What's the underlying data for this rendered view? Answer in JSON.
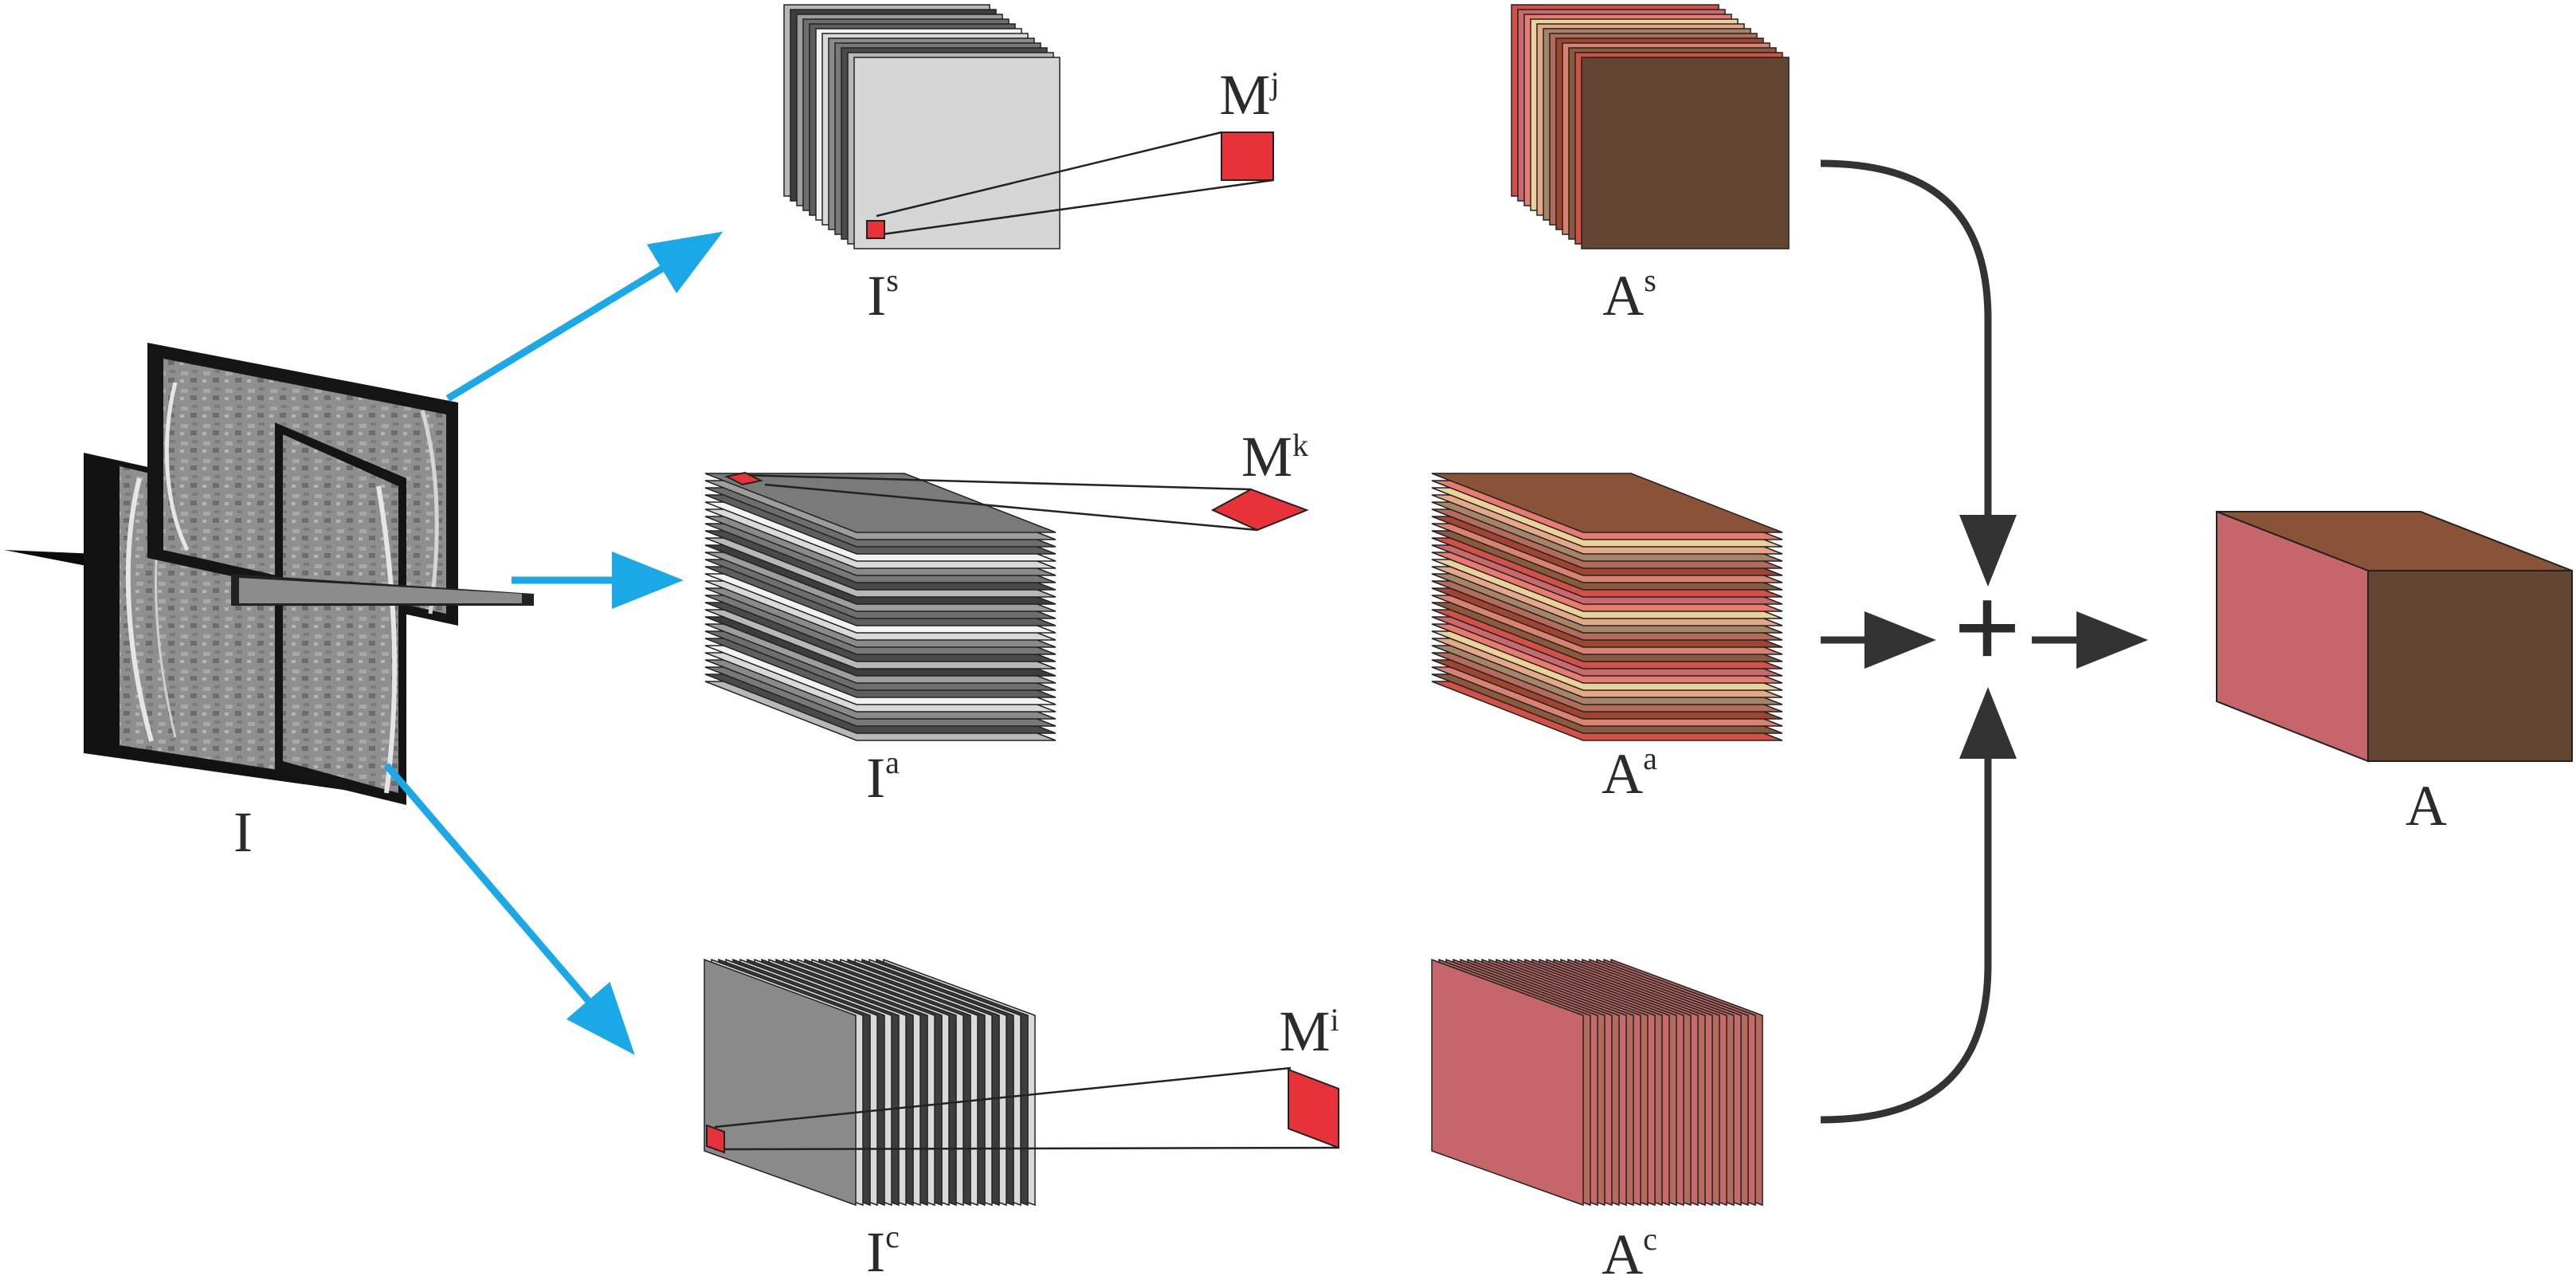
{
  "labels": {
    "input": {
      "base": "I",
      "sup": ""
    },
    "is": {
      "base": "I",
      "sup": "s"
    },
    "ia": {
      "base": "I",
      "sup": "a"
    },
    "ic": {
      "base": "I",
      "sup": "c"
    },
    "mj": {
      "base": "M",
      "sup": "j"
    },
    "mk": {
      "base": "M",
      "sup": "k"
    },
    "mi": {
      "base": "M",
      "sup": "i"
    },
    "as": {
      "base": "A",
      "sup": "s"
    },
    "aa": {
      "base": "A",
      "sup": "a"
    },
    "ac": {
      "base": "A",
      "sup": "c"
    },
    "output": {
      "base": "A",
      "sup": ""
    },
    "plus": "+"
  },
  "colors": {
    "arrow_blue": "#1aa9e6",
    "arrow_dark": "#333333",
    "patch_red": "#e8323a",
    "cube_front": "#c6666b",
    "cube_side": "#634631",
    "cube_top": "#8a5236",
    "palette_gray": [
      "#3d3d3d",
      "#5e5e5e",
      "#8a8a8a",
      "#b8b8b8",
      "#6e6e6e",
      "#d9d9d9",
      "#4a4a4a",
      "#9d9d9d",
      "#f2f2f2",
      "#787878"
    ],
    "palette_warm": [
      "#c9696e",
      "#e4a889",
      "#a0452f",
      "#d25046",
      "#ecd29a",
      "#b36b5b",
      "#8a5a3e",
      "#e87a70",
      "#a68468",
      "#d9826f"
    ]
  }
}
